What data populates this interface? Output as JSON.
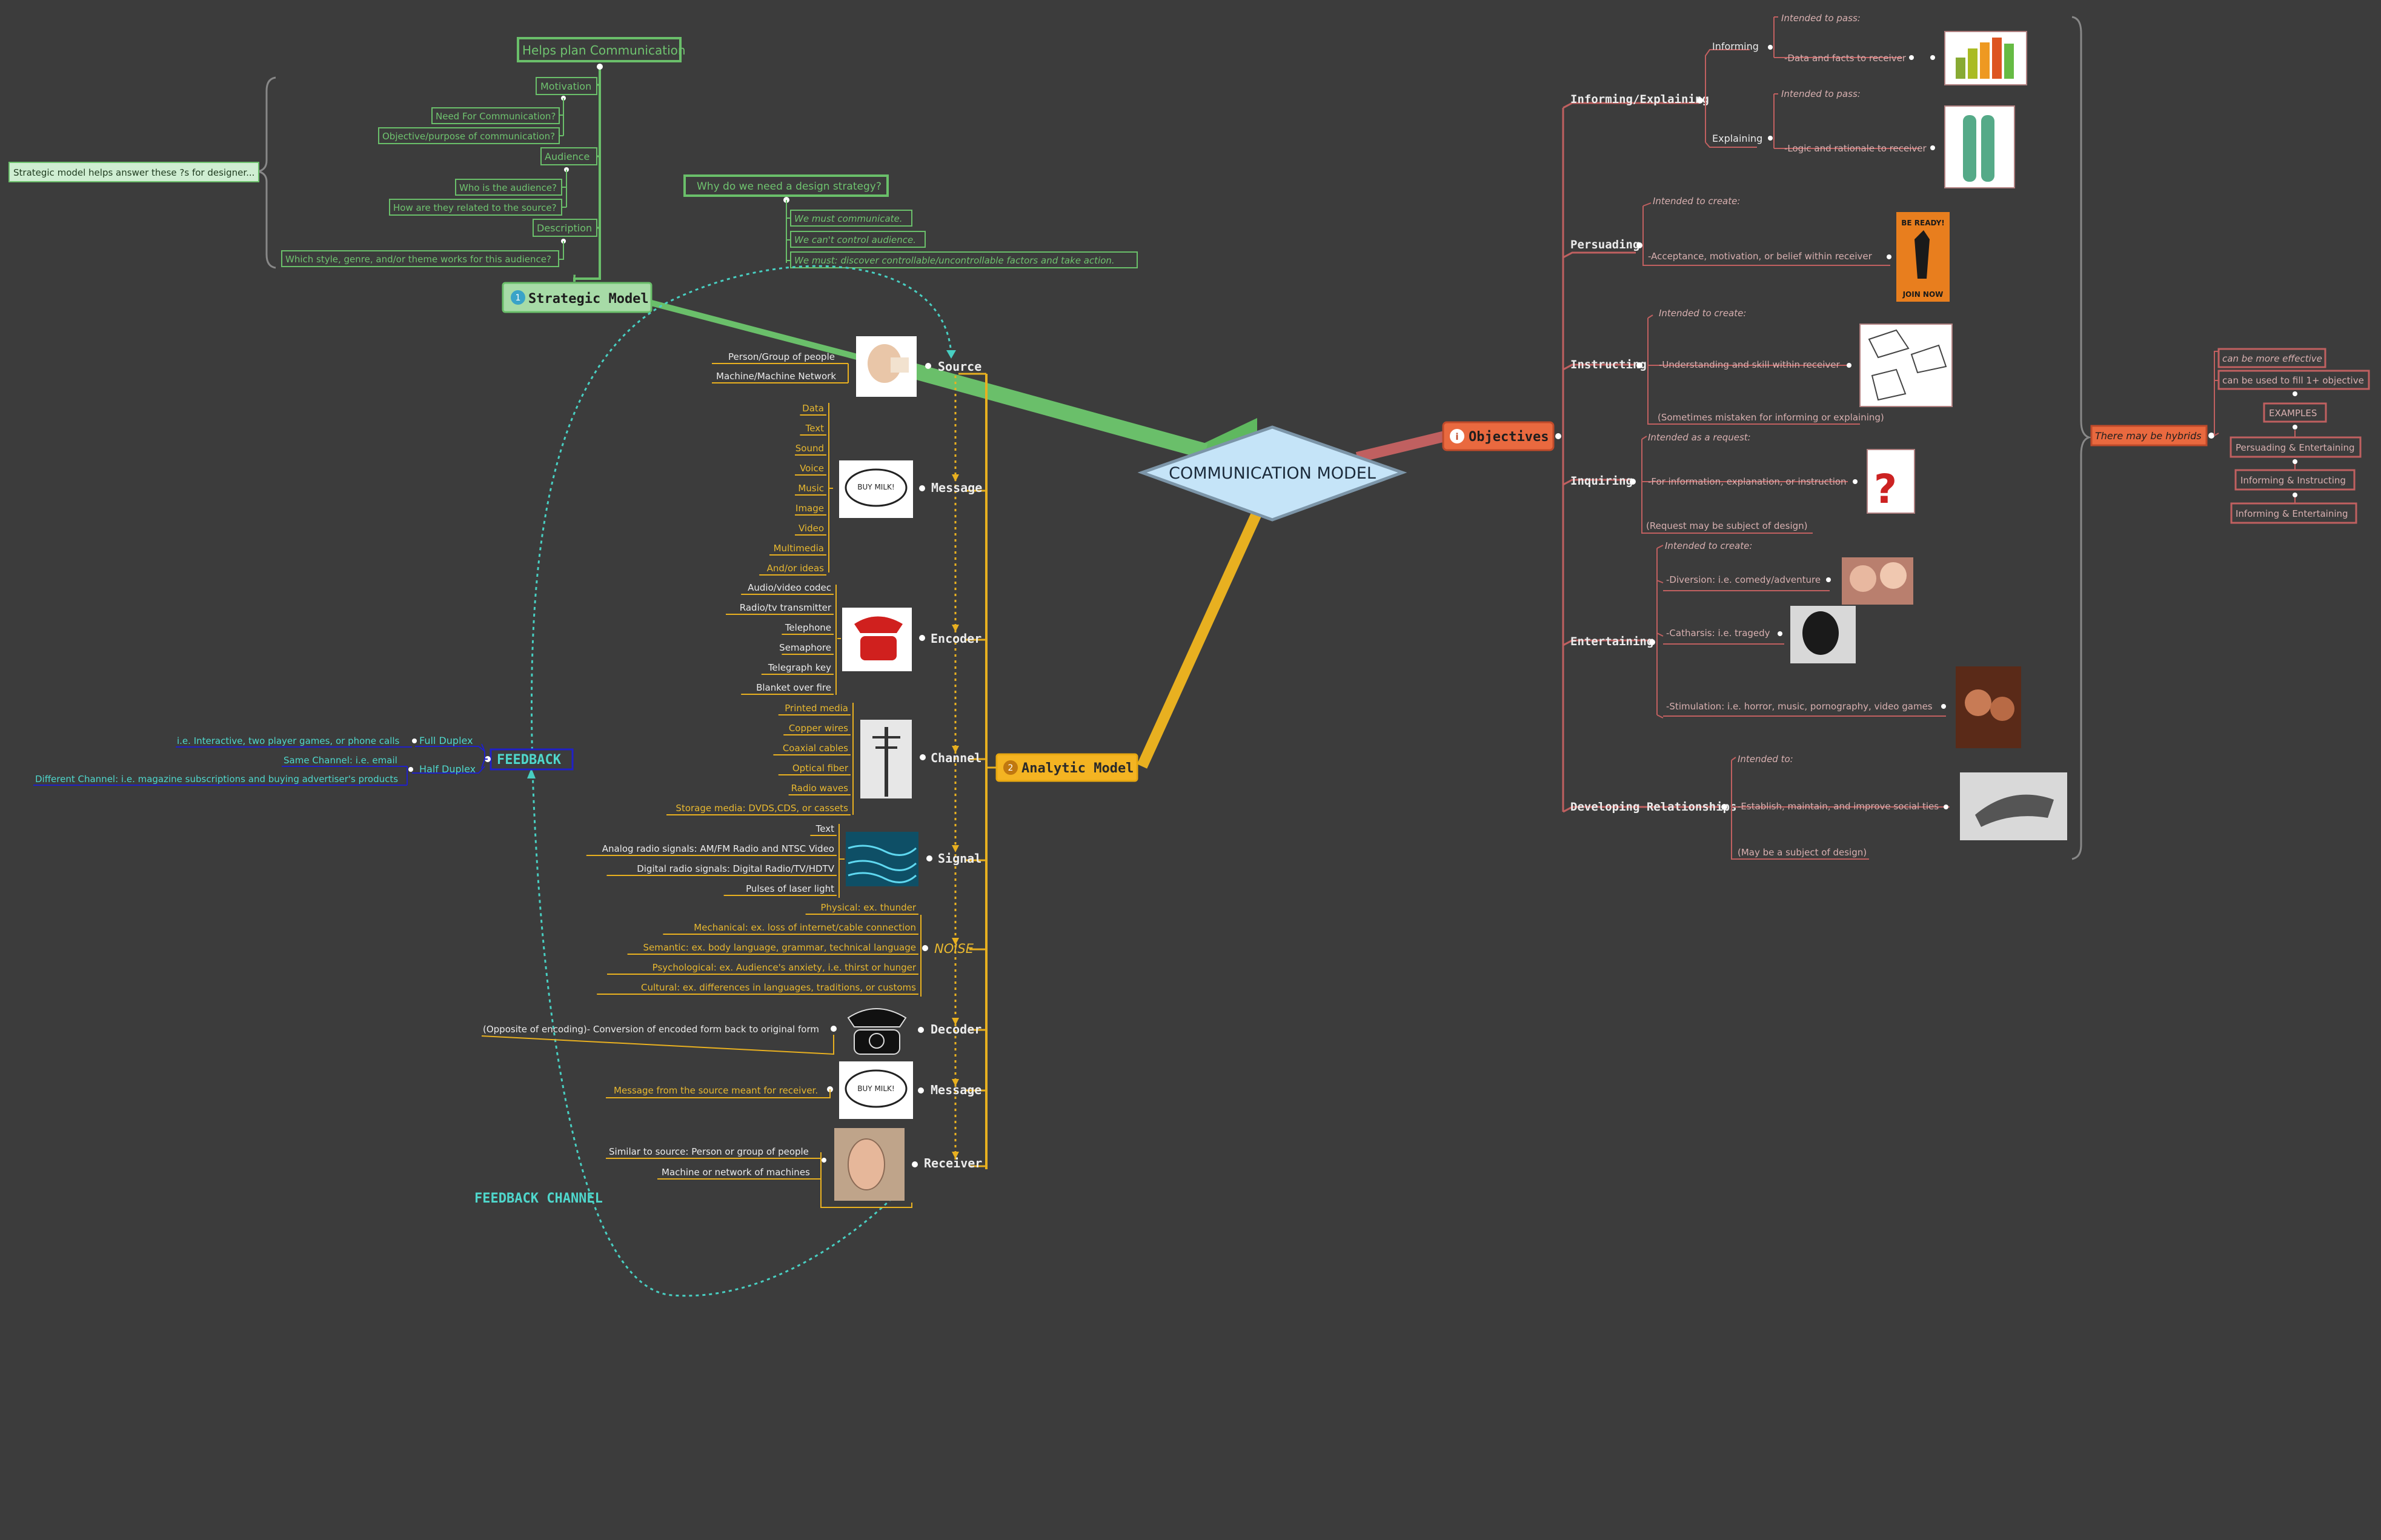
{
  "center": {
    "label": "COMMUNICATION MODEL"
  },
  "strategic": {
    "title": "Strategic Model",
    "note": "Strategic model helps answer these ?s for designer...",
    "helps": "Helps plan Communication",
    "motivation": "Motivation",
    "need": "Need For Communication?",
    "objective": "Objective/purpose of communication?",
    "audience": "Audience",
    "who": "Who is the audience?",
    "how": "How are they related to the source?",
    "description": "Description",
    "which": "Which style, genre, and/or theme works for this audience?",
    "why": "Why do we need a design strategy?",
    "why_items": [
      "We must communicate.",
      "We can't control audience.",
      "We must: discover controllable/uncontrollable factors and take action."
    ]
  },
  "analytic": {
    "title": "Analytic Model",
    "source": {
      "label": "Source",
      "items": [
        "Person/Group of people",
        "Machine/Machine Network"
      ]
    },
    "message1": {
      "label": "Message",
      "items": [
        "Data",
        "Text",
        "Sound",
        "Voice",
        "Music",
        "Image",
        "Video",
        "Multimedia",
        "And/or ideas"
      ]
    },
    "encoder": {
      "label": "Encoder",
      "items": [
        "Audio/video codec",
        "Radio/tv transmitter",
        "Telephone",
        "Semaphore",
        "Telegraph key",
        "Blanket over fire"
      ]
    },
    "channel": {
      "label": "Channel",
      "items": [
        "Printed media",
        "Copper wires",
        "Coaxial cables",
        "Optical fiber",
        "Radio waves",
        "Storage media: DVDS,CDS, or cassets"
      ]
    },
    "signal": {
      "label": "Signal",
      "items": [
        "Text",
        "Analog radio signals: AM/FM Radio and NTSC Video",
        "Digital radio signals: Digital Radio/TV/HDTV",
        "Pulses of laser light"
      ]
    },
    "noise": {
      "label": "NOISE",
      "items": [
        "Physical: ex. thunder",
        "Mechanical: ex. loss of internet/cable connection",
        "Semantic: ex. body language, grammar, technical language",
        "Psychological: ex. Audience's anxiety, i.e. thirst or hunger",
        "Cultural: ex. differences in languages, traditions, or customs"
      ]
    },
    "decoder": {
      "label": "Decoder",
      "items": [
        "(Opposite of encoding)- Conversion of encoded form back to original form"
      ]
    },
    "message2": {
      "label": "Message",
      "items": [
        "Message from the source meant for receiver."
      ]
    },
    "receiver": {
      "label": "Receiver",
      "items": [
        "Similar to source: Person or group of people",
        "Machine or network of machines"
      ]
    },
    "thumb_text": "BUY MILK!"
  },
  "feedback": {
    "title": "FEEDBACK",
    "full": "Full Duplex",
    "full_desc": "i.e. Interactive, two player games, or phone calls",
    "half": "Half Duplex",
    "half_desc1": "Same Channel: i.e. email",
    "half_desc2": "Different Channel: i.e. magazine subscriptions and buying advertiser's products",
    "channel": "FEEDBACK CHANNEL"
  },
  "objectives": {
    "title": "Objectives",
    "informing": {
      "label": "Informing/Explaining",
      "informing_label": "Informing",
      "explaining_label": "Explaining",
      "pass1": "Intended to pass:",
      "data": "-Data and facts to receiver",
      "pass2": "Intended to pass:",
      "logic": "-Logic and rationale to receiver"
    },
    "persuading": {
      "label": "Persuading",
      "intent": "Intended to create:",
      "item": "-Acceptance, motivation, or belief within receiver"
    },
    "instructing": {
      "label": "Instructing",
      "intent": "Intended to create:",
      "item": "-Understanding and skill within receiver",
      "note": "(Sometimes mistaken for informing or explaining)"
    },
    "inquiring": {
      "label": "Inquiring",
      "intent": "Intended as a request:",
      "item": "-For information, explanation, or instruction",
      "note": "(Request may be subject of design)"
    },
    "entertaining": {
      "label": "Entertaining",
      "intent": "Intended to create:",
      "items": [
        "-Diversion: i.e. comedy/adventure",
        "-Catharsis: i.e. tragedy",
        "-Stimulation: i.e. horror, music, pornography, video games"
      ]
    },
    "relationships": {
      "label": "Developing Relationships",
      "intent": "Intended to:",
      "item": "-Establish, maintain, and improve social ties",
      "note": "(May be a subject of design)"
    },
    "poster": {
      "top": "BE READY!",
      "bottom": "JOIN NOW"
    }
  },
  "hybrids": {
    "label": "There may be hybrids",
    "effective": "can be more effective",
    "fill": "can be used to fill 1+ objective",
    "examples": "EXAMPLES",
    "ex1": "Persuading & Entertaining",
    "ex2": "Informing & Instructing",
    "ex3": "Informing & Entertaining"
  }
}
